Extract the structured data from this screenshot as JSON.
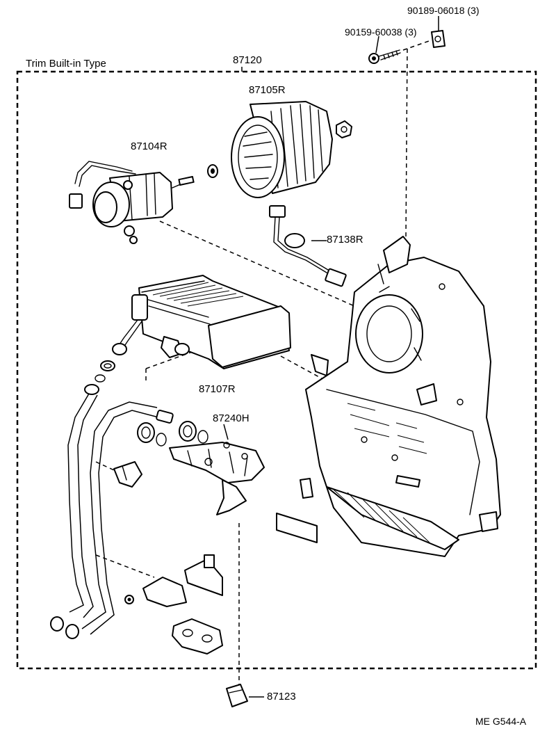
{
  "figure_code": "ME  G544-A",
  "assembly": {
    "title": "Trim Built-in Type",
    "part_no": "87120"
  },
  "parts": {
    "screw": "90159-60038 (3)",
    "nut": "90189-06018 (3)",
    "motor": "87104R",
    "fan": "87105R",
    "wiring": "87138R",
    "heater_core": "87107R",
    "valve": "87240H",
    "clip": "87123"
  }
}
